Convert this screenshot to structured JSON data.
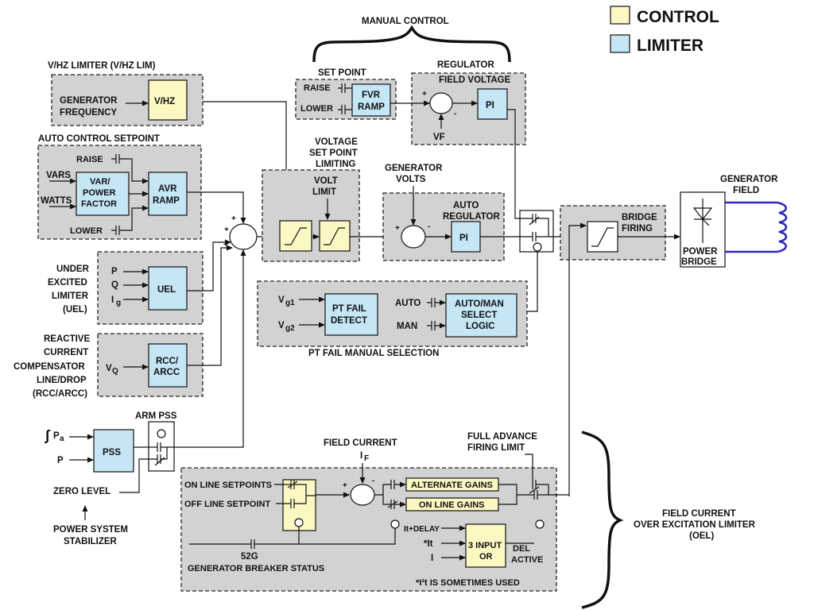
{
  "legend": {
    "control": "CONTROL",
    "limiter": "LIMITER"
  },
  "manual_control": "MANUAL CONTROL",
  "vhz": {
    "title": "V/HZ LIMITER (V/HZ LIM)",
    "input_1": "GENERATOR",
    "input_2": "FREQUENCY",
    "block": "V/HZ"
  },
  "set_point": {
    "title": "SET POINT",
    "raise": "RAISE",
    "lower": "LOWER",
    "block_1": "FVR",
    "block_2": "RAMP"
  },
  "regulator": {
    "title": "REGULATOR",
    "subtitle": "FIELD VOLTAGE",
    "block": "PI",
    "feedback": "VF",
    "plus": "+",
    "minus": "-"
  },
  "auto_setpoint": {
    "title": "AUTO CONTROL SETPOINT",
    "raise": "RAISE",
    "lower": "LOWER",
    "vars": "VARS",
    "watts": "WATTS",
    "var_block": [
      "VAR/",
      "POWER",
      "FACTOR"
    ],
    "avr_block": [
      "AVR",
      "RAMP"
    ]
  },
  "vsp_limiting": {
    "title": [
      "VOLTAGE",
      "SET POINT",
      "LIMITING"
    ],
    "volt_limit": [
      "VOLT",
      "LIMIT"
    ]
  },
  "gen_volts": [
    "GENERATOR",
    "VOLTS"
  ],
  "auto_reg": {
    "title": [
      "AUTO",
      "REGULATOR"
    ],
    "block": "PI",
    "plus": "+",
    "minus": "-"
  },
  "gen_field": [
    "GENERATOR",
    "FIELD"
  ],
  "bridge_firing": [
    "BRIDGE",
    "FIRING"
  ],
  "power_bridge": [
    "POWER",
    "BRIDGE"
  ],
  "uel": {
    "label": [
      "UNDER",
      "EXCITED",
      "LIMITER",
      "(UEL)"
    ],
    "inputs": [
      "P",
      "Q",
      "I"
    ],
    "sub_g": "g",
    "block": "UEL"
  },
  "rcc": {
    "label": [
      "REACTIVE",
      "CURRENT",
      "COMPENSATOR",
      "LINE/DROP",
      "(RCC/ARCC)"
    ],
    "input": "V",
    "sub_q": "Q",
    "block": [
      "RCC/",
      "ARCC"
    ]
  },
  "pt_fail": {
    "vg1": "V",
    "sub_g1": "g1",
    "vg2": "V",
    "sub_g2": "g2",
    "block_1": [
      "PT FAIL",
      "DETECT"
    ],
    "auto": "AUTO",
    "man": "MAN",
    "block_2": [
      "AUTO/MAN",
      "SELECT",
      "LOGIC"
    ],
    "title": "PT FAIL MANUAL SELECTION"
  },
  "main_sum_signs": [
    "+",
    "+",
    "+"
  ],
  "pss": {
    "arm": "ARM PSS",
    "integral": "∫",
    "pa": "P",
    "sub_a": "a",
    "p": "P",
    "block": "PSS",
    "zero_level": "ZERO LEVEL",
    "label": [
      "POWER SYSTEM",
      "STABILIZER"
    ]
  },
  "oel": {
    "field_current": "FIELD CURRENT",
    "if": "I",
    "sub_f": "F",
    "full_advance": [
      "FULL ADVANCE",
      "FIRING LIMIT"
    ],
    "online_setpoints": "ON LINE SETPOINTS",
    "offline_setpoint": "OFF LINE SETPOINT",
    "alt_gains": "ALTERNATE GAINS",
    "online_gains": "ON LINE GAINS",
    "it_delay": "It+DELAY",
    "it": "*It",
    "i": "I",
    "or_block": [
      "3 INPUT",
      "OR"
    ],
    "del_active": [
      "DEL",
      "ACTIVE"
    ],
    "g52": "52G",
    "breaker": "GENERATOR BREAKER STATUS",
    "footnote": "*I²t  IS SOMETIMES USED",
    "label": [
      "FIELD CURRENT",
      "OVER EXCITATION LIMITER",
      "(OEL)"
    ],
    "plus": "+",
    "minus": "-"
  }
}
